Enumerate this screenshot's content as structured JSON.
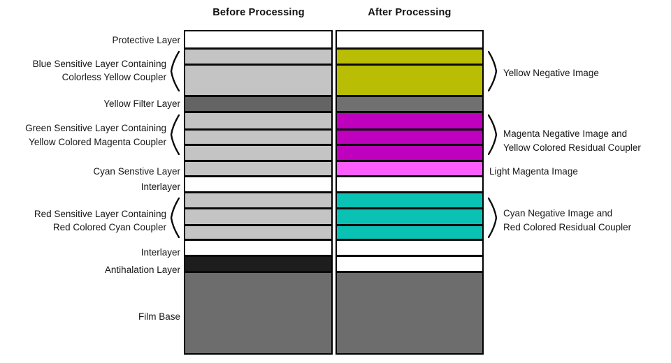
{
  "headers": {
    "before": "Before Processing",
    "after": "After Processing"
  },
  "colors": {
    "white": "#ffffff",
    "light_gray": "#c4c4c4",
    "dark_gray": "#646464",
    "mid_gray": "#707070",
    "film_gray": "#6d6d6d",
    "black": "#1d1d1d",
    "yellow": "#b9bd04",
    "magenta": "#bf00bf",
    "light_magenta": "#fb5efb",
    "cyan": "#0ac2b4",
    "outline": "#000000"
  },
  "layers": [
    {
      "name": "protective-layer",
      "before": "white",
      "after": "white"
    },
    {
      "name": "blue-sensitive-sublayer-1",
      "before": "light_gray",
      "after": "yellow"
    },
    {
      "name": "blue-sensitive-sublayer-2",
      "before": "light_gray",
      "after": "yellow"
    },
    {
      "name": "yellow-filter-layer",
      "before": "dark_gray",
      "after": "mid_gray"
    },
    {
      "name": "green-sensitive-sublayer-1",
      "before": "light_gray",
      "after": "magenta"
    },
    {
      "name": "green-sensitive-sublayer-2",
      "before": "light_gray",
      "after": "magenta"
    },
    {
      "name": "green-sensitive-sublayer-3",
      "before": "light_gray",
      "after": "magenta"
    },
    {
      "name": "cyan-sensitive-layer",
      "before": "light_gray",
      "after": "light_magenta"
    },
    {
      "name": "interlayer-1",
      "before": "white",
      "after": "white"
    },
    {
      "name": "red-sensitive-sublayer-1",
      "before": "light_gray",
      "after": "cyan"
    },
    {
      "name": "red-sensitive-sublayer-2",
      "before": "light_gray",
      "after": "cyan"
    },
    {
      "name": "red-sensitive-sublayer-3",
      "before": "light_gray",
      "after": "cyan"
    },
    {
      "name": "interlayer-2",
      "before": "white",
      "after": "white"
    },
    {
      "name": "antihalation-layer",
      "before": "black",
      "after": "white"
    },
    {
      "name": "film-base",
      "before": "film_gray",
      "after": "film_gray"
    }
  ],
  "left_labels": {
    "protective": {
      "lines": [
        "Protective Layer"
      ]
    },
    "blue_sensitive": {
      "lines": [
        "Blue Sensitive Layer Containing",
        "Colorless Yellow Coupler"
      ]
    },
    "yellow_filter": {
      "lines": [
        "Yellow Filter Layer"
      ]
    },
    "green_sensitive": {
      "lines": [
        "Green Sensitive Layer Containing",
        "Yellow Colored Magenta Coupler"
      ]
    },
    "cyan_sensitive": {
      "lines": [
        "Cyan Senstive Layer"
      ]
    },
    "interlayer_1": {
      "lines": [
        "Interlayer"
      ]
    },
    "red_sensitive": {
      "lines": [
        "Red Sensitive Layer Containing",
        "Red Colored Cyan Coupler"
      ]
    },
    "interlayer_2": {
      "lines": [
        "Interlayer"
      ]
    },
    "antihalation": {
      "lines": [
        "Antihalation Layer"
      ]
    },
    "film_base": {
      "lines": [
        "Film Base"
      ]
    }
  },
  "right_labels": {
    "yellow_negative": {
      "lines": [
        "Yellow Negative Image"
      ]
    },
    "magenta_negative": {
      "lines": [
        "Magenta Negative Image and",
        "Yellow Colored Residual Coupler"
      ]
    },
    "light_magenta": {
      "lines": [
        "Light Magenta Image"
      ]
    },
    "cyan_negative": {
      "lines": [
        "Cyan Negative Image and",
        "Red Colored Residual Coupler"
      ]
    }
  }
}
